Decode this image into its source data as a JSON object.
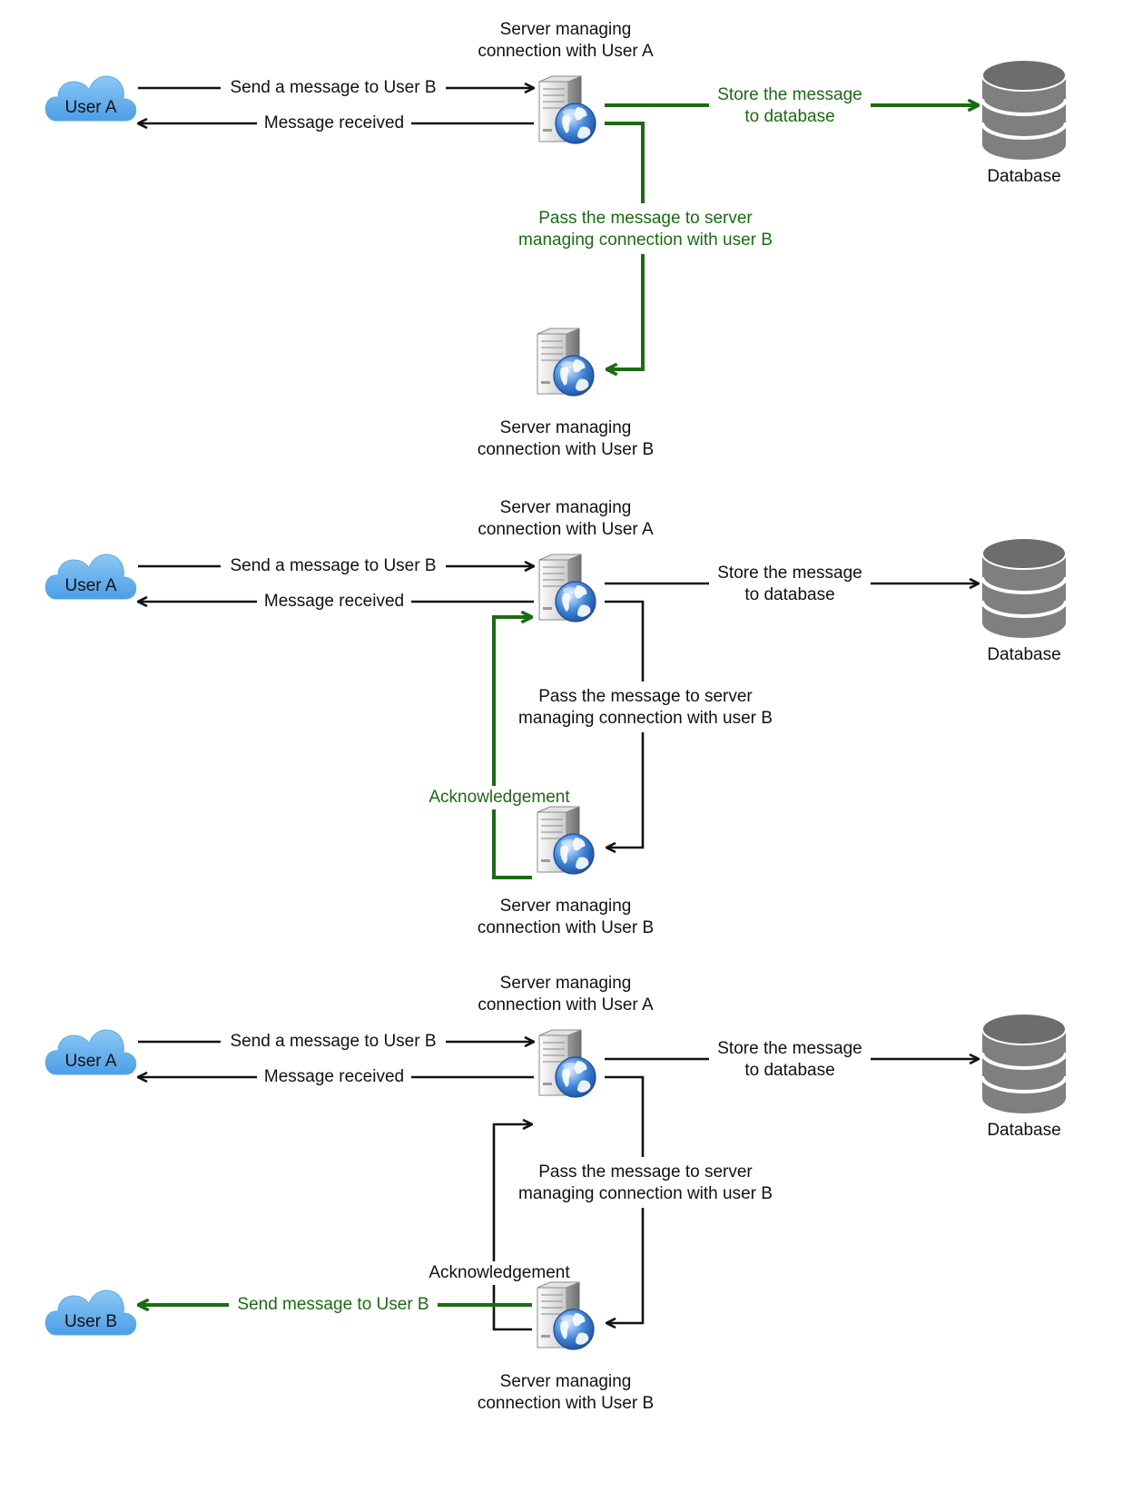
{
  "colors": {
    "active": "#1b6b12",
    "normal": "#111111",
    "cloud": "#5aa9ea",
    "cloud_light": "#8cc8f5",
    "database": "#7f7f7f"
  },
  "icons": {
    "user": "cloud-icon",
    "server": "web-server-icon",
    "database": "database-icon"
  },
  "panels": [
    {
      "user_a": "User A",
      "server_a": [
        "Server managing",
        "connection with User A"
      ],
      "server_b": [
        "Server managing",
        "connection with User B"
      ],
      "database": "Database",
      "send": "Send a message to User B",
      "received": "Message received",
      "store": [
        "Store the message",
        "to database"
      ],
      "pass": [
        "Pass the message to server",
        "managing connection with user B"
      ],
      "highlight": [
        "store",
        "pass"
      ]
    },
    {
      "user_a": "User A",
      "server_a": [
        "Server managing",
        "connection with User A"
      ],
      "server_b": [
        "Server managing",
        "connection with User B"
      ],
      "database": "Database",
      "send": "Send a message to User B",
      "received": "Message received",
      "store": [
        "Store the message",
        "to database"
      ],
      "pass": [
        "Pass the message to server",
        "managing connection with user B"
      ],
      "ack": "Acknowledgement",
      "highlight": [
        "ack"
      ]
    },
    {
      "user_a": "User A",
      "user_b": "User B",
      "server_a": [
        "Server managing",
        "connection with User A"
      ],
      "server_b": [
        "Server managing",
        "connection with User B"
      ],
      "database": "Database",
      "send": "Send a message to User B",
      "received": "Message received",
      "store": [
        "Store the message",
        "to database"
      ],
      "pass": [
        "Pass the message to server",
        "managing connection with user B"
      ],
      "ack": "Acknowledgement",
      "send_b": "Send message to User B",
      "highlight": [
        "send_b"
      ]
    }
  ]
}
